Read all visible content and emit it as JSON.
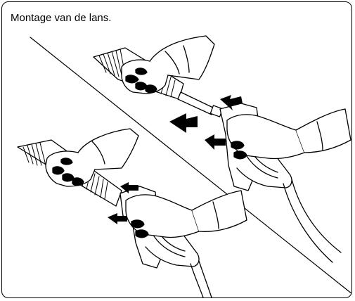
{
  "caption": "Montage van de lans.",
  "colors": {
    "line": "#000000",
    "background": "#ffffff"
  },
  "illustration": {
    "upper_panel": "hands-inserting-lance-into-spray-gun",
    "lower_panel": "hands-tightening-lance-connection-on-spray-gun"
  }
}
